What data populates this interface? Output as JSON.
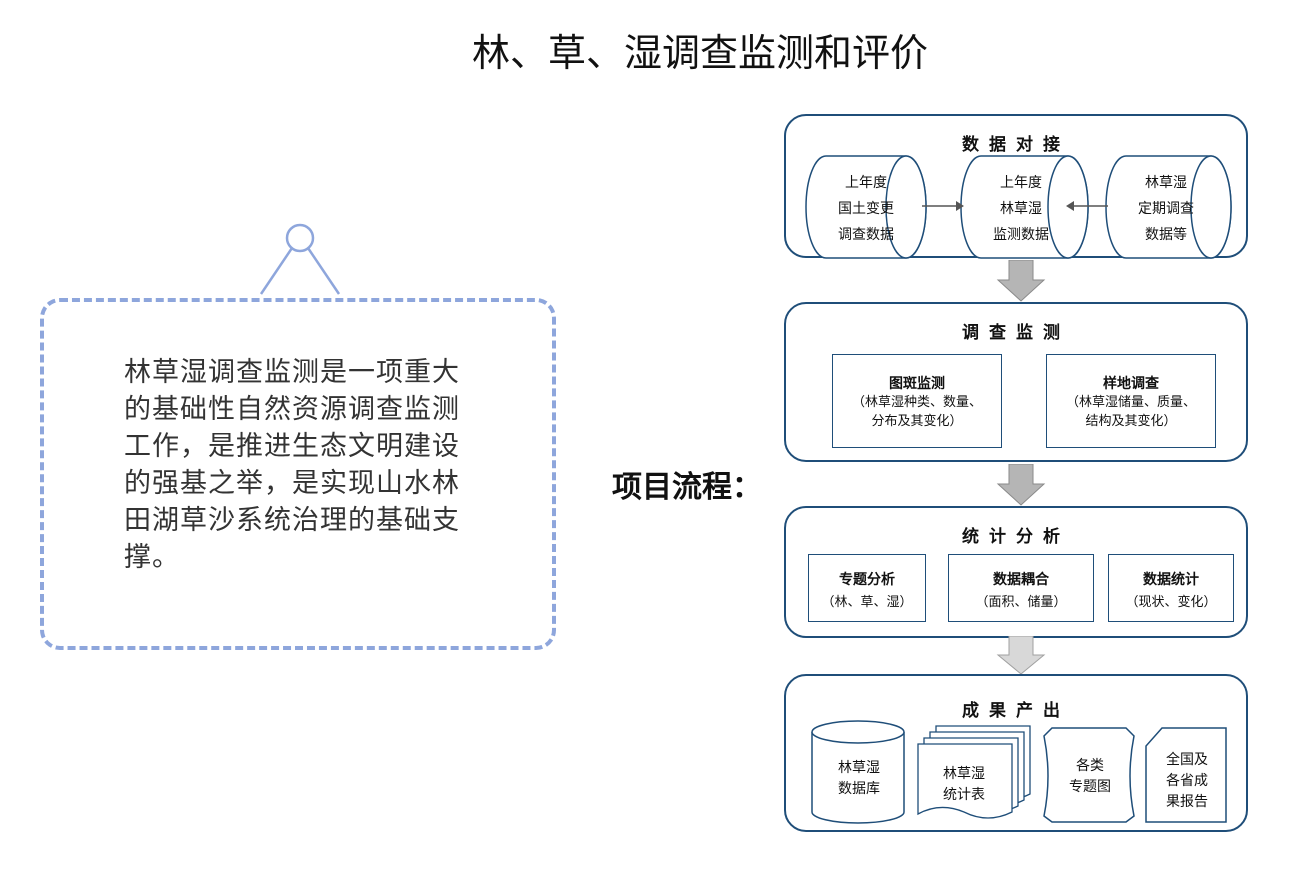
{
  "title": "林、草、湿调查监测和评价",
  "callout": {
    "text": "林草湿调查监测是一项重大的基础性自然资源调查监测工作，是推进生态文明建设的强基之举，是实现山水林田湖草沙系统治理的基础支撑。"
  },
  "process_label": "项目流程：",
  "flow": {
    "stage1": {
      "title": "数据对接",
      "sources": [
        {
          "lines": [
            "上年度",
            "国土变更",
            "调查数据"
          ]
        },
        {
          "lines": [
            "上年度",
            "林草湿",
            "监测数据"
          ]
        },
        {
          "lines": [
            "林草湿",
            "定期调查",
            "数据等"
          ]
        }
      ]
    },
    "stage2": {
      "title": "调查监测",
      "boxes": [
        {
          "heading": "图斑监测",
          "sub": [
            "（林草湿种类、数量、",
            "分布及其变化）"
          ]
        },
        {
          "heading": "样地调查",
          "sub": [
            "（林草湿储量、质量、",
            "结构及其变化）"
          ]
        }
      ]
    },
    "stage3": {
      "title": "统计分析",
      "boxes": [
        {
          "heading": "专题分析",
          "sub": [
            "（林、草、湿）"
          ]
        },
        {
          "heading": "数据耦合",
          "sub": [
            "（面积、储量）"
          ]
        },
        {
          "heading": "数据统计",
          "sub": [
            "（现状、变化）"
          ]
        }
      ]
    },
    "stage4": {
      "title": "成果产出",
      "outputs": [
        {
          "lines": [
            "林草湿",
            "数据库"
          ]
        },
        {
          "lines": [
            "林草湿",
            "统计表"
          ]
        },
        {
          "lines": [
            "各类",
            "专题图"
          ]
        },
        {
          "lines": [
            "全国及",
            "各省成",
            "果报告"
          ]
        }
      ]
    }
  }
}
